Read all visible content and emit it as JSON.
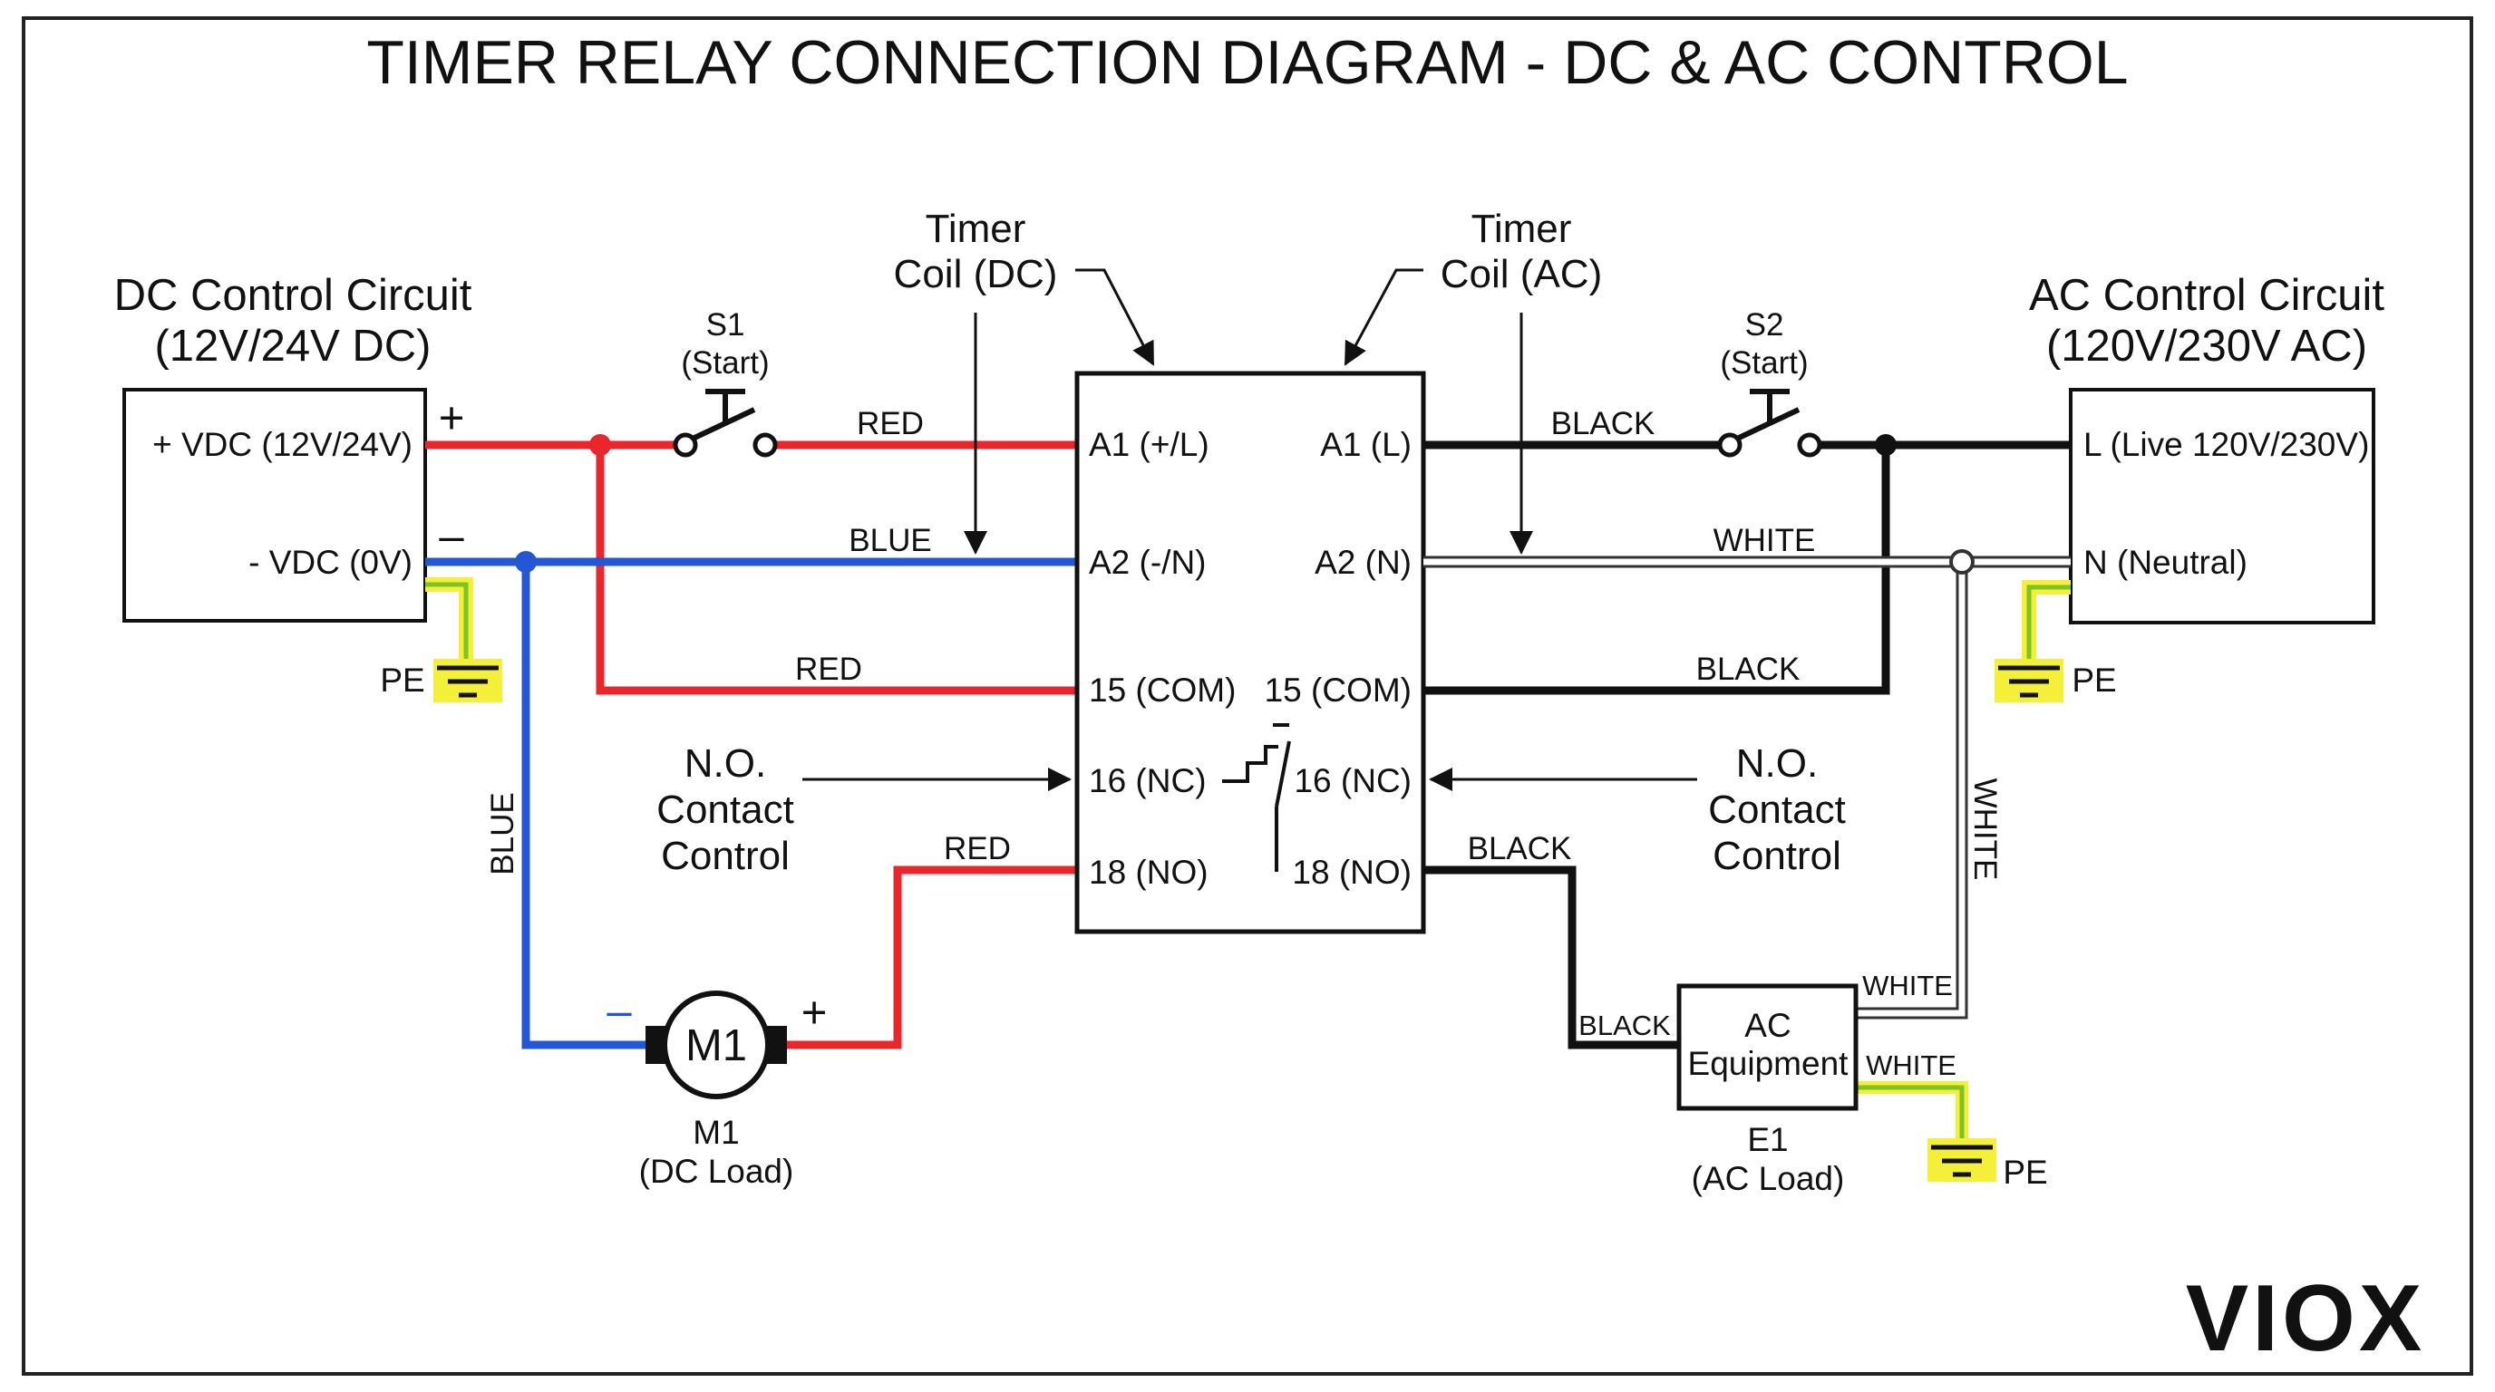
{
  "title": "TIMER RELAY CONNECTION DIAGRAM - DC & AC CONTROL",
  "logo": "VIOX",
  "colors": {
    "red": "#e8262b",
    "blue": "#2457d6",
    "black": "#111111",
    "white_wire": "#ffffff",
    "earth_yellow": "#f4f03a",
    "earth_green": "#7ec225",
    "frame": "#222222"
  },
  "dc_circuit": {
    "title": "DC Control Circuit",
    "subtitle": "(12V/24V DC)",
    "terminal_pos": "+ VDC (12V/24V)",
    "terminal_neg": "- VDC (0V)",
    "plus_sign": "+",
    "minus_sign": "–",
    "pe": "PE"
  },
  "ac_circuit": {
    "title": "AC Control Circuit",
    "subtitle": "(120V/230V AC)",
    "terminal_live": "L (Live 120V/230V)",
    "terminal_neutral": "N (Neutral)",
    "pe": "PE"
  },
  "switches": {
    "s1": {
      "name": "S1",
      "desc": "(Start)"
    },
    "s2": {
      "name": "S2",
      "desc": "(Start)"
    }
  },
  "callouts": {
    "coil_dc": {
      "line1": "Timer",
      "line2": "Coil (DC)"
    },
    "coil_ac": {
      "line1": "Timer",
      "line2": "Coil (AC)"
    },
    "no_left": {
      "line1": "N.O.",
      "line2": "Contact",
      "line3": "Control"
    },
    "no_right": {
      "line1": "N.O.",
      "line2": "Contact",
      "line3": "Control"
    }
  },
  "relay": {
    "left_terminals": [
      "A1 (+/L)",
      "A2 (-/N)",
      "15 (COM)",
      "16 (NC)",
      "18 (NO)"
    ],
    "right_terminals": [
      "A1 (L)",
      "A2 (N)",
      "15 (COM)",
      "16 (NC)",
      "18 (NO)"
    ]
  },
  "wire_labels": {
    "dc_red_top": "RED",
    "dc_blue": "BLUE",
    "dc_red_com": "RED",
    "dc_red_no": "RED",
    "dc_blue_vertical": "BLUE",
    "ac_black_top": "BLACK",
    "ac_white": "WHITE",
    "ac_black_com": "BLACK",
    "ac_black_no": "BLACK",
    "ac_black_load": "BLACK",
    "ac_white_load_top": "WHITE",
    "ac_white_load_pe": "WHITE",
    "ac_white_vertical": "WHITE"
  },
  "motor": {
    "symbol": "M1",
    "minus": "–",
    "plus": "+",
    "name": "M1",
    "desc": "(DC Load)"
  },
  "ac_load": {
    "box_line1": "AC",
    "box_line2": "Equipment",
    "name": "E1",
    "desc": "(AC Load)",
    "pe": "PE"
  }
}
